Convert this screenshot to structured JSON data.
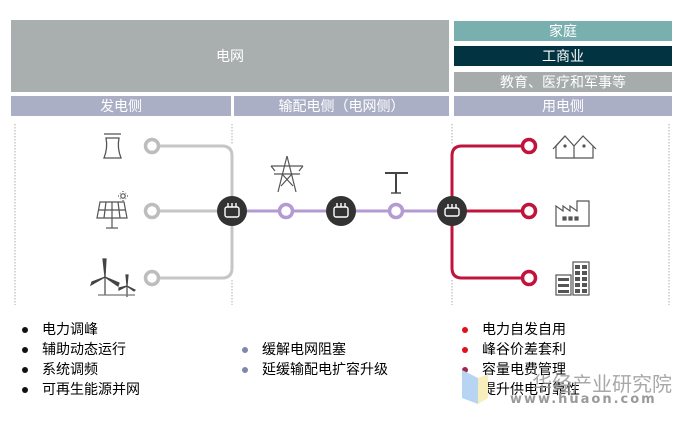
{
  "header": {
    "grid_label": "电网",
    "user_categories": [
      {
        "label": "家庭",
        "color": "#7aafaf"
      },
      {
        "label": "工商业",
        "color": "#023340"
      },
      {
        "label": "教育、医疗和军事等",
        "color": "#a6abab"
      }
    ]
  },
  "sections": [
    {
      "label": "发电侧"
    },
    {
      "label": "输配电侧（电网侧）"
    },
    {
      "label": "用电侧"
    }
  ],
  "colors": {
    "section_bar": "#abafc6",
    "generation_line": "#c6c6c6",
    "transmission_line": "#b49ad2",
    "consumption_line": "#c0143c",
    "storage_node": "#333333"
  },
  "diagram": {
    "generation_icons": [
      "power-plant-icon",
      "solar-panel-icon",
      "wind-turbine-icon"
    ],
    "transmission_icons": [
      "transmission-tower-icon",
      "utility-pole-icon"
    ],
    "consumption_icons": [
      "houses-icon",
      "factory-icon",
      "office-building-icon"
    ],
    "storage_nodes": [
      "generation-storage",
      "grid-storage",
      "consumer-storage"
    ]
  },
  "benefits": {
    "generation": [
      "电力调峰",
      "辅助动态运行",
      "系统调频",
      "可再生能源并网"
    ],
    "transmission": [
      "缓解电网阻塞",
      "延缓输配电扩容升级"
    ],
    "consumption": [
      "电力自发自用",
      "峰谷价差套利",
      "容量电费管理",
      "提升供电可靠性"
    ],
    "bullet_colors": {
      "generation": "#111111",
      "transmission": "#8088a8",
      "consumption": "#e0101c"
    }
  },
  "watermark": {
    "name": "华经产业研究院",
    "url": "www.huaon.com"
  }
}
